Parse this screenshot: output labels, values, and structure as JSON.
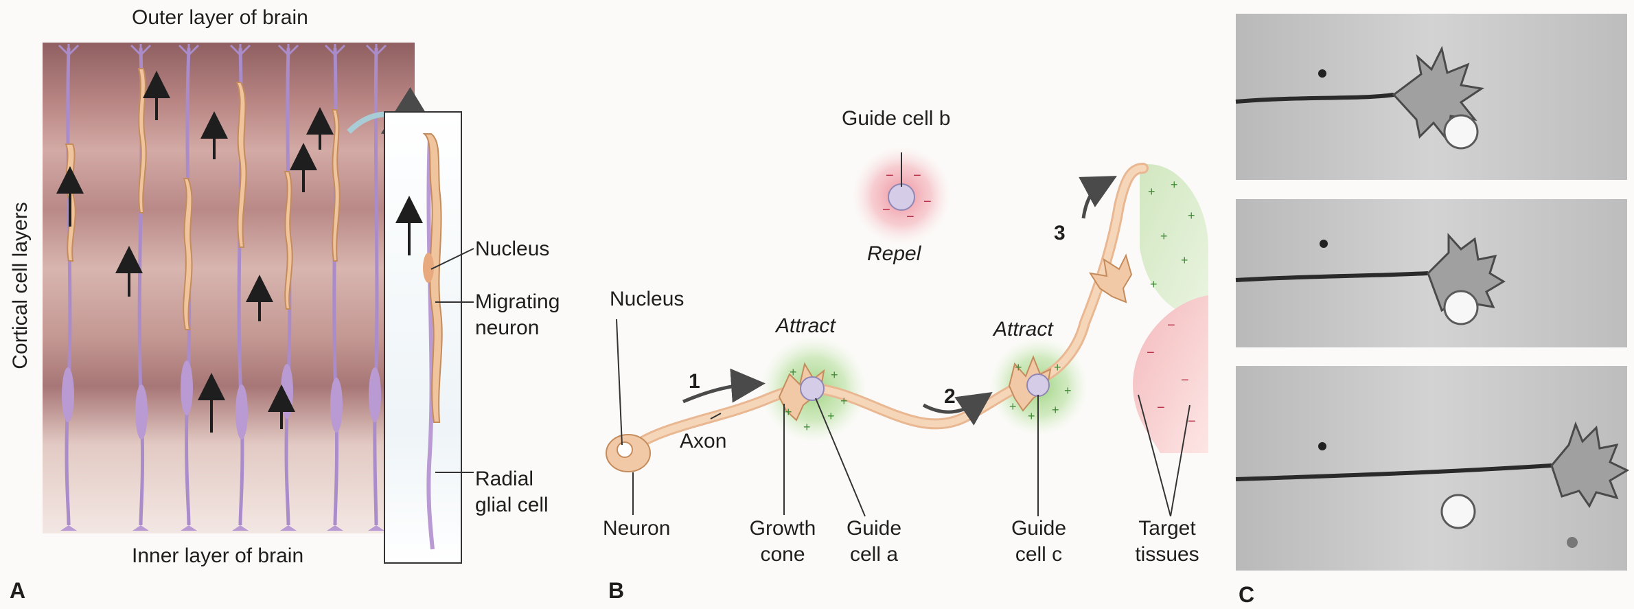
{
  "panel_a": {
    "letter": "A",
    "top_label": "Outer layer of brain",
    "bottom_label": "Inner layer of brain",
    "side_label": "Cortical cell layers",
    "callouts": [
      "Nucleus",
      "Migrating",
      "neuron",
      "Radial",
      "glial cell"
    ]
  },
  "panel_b": {
    "letter": "B",
    "guide_b": "Guide cell b",
    "repel": "Repel",
    "nucleus": "Nucleus",
    "attract_a": "Attract",
    "attract_c": "Attract",
    "axon": "Axon",
    "step1": "1",
    "step2": "2",
    "step3": "3",
    "neuron": "Neuron",
    "growth_cone": [
      "Growth",
      "cone"
    ],
    "guide_a": [
      "Guide",
      "cell a"
    ],
    "guide_c": [
      "Guide",
      "cell c"
    ],
    "target": [
      "Target",
      "tissues"
    ]
  },
  "panel_c": {
    "letter": "C",
    "micrograph_count": 3
  },
  "colors": {
    "neuron": "#f2c9a6",
    "glia": "#b99ad3",
    "attract": "#9bd47d",
    "repel": "#f08a96",
    "brain_dark": "#9b6c6c",
    "brain_light": "#e8cfca"
  }
}
